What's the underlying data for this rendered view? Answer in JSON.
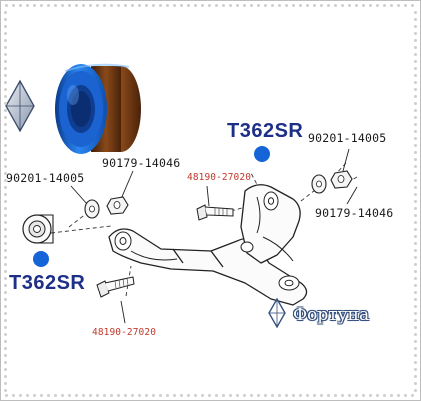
{
  "labels": {
    "bushing_top_code": "T362SR",
    "bushing_bottom_code": "T362SR",
    "top_left_part": "90201-14005",
    "top_mid_part": "90179-14046",
    "top_right_part": "90201-14005",
    "right_part": "90179-14046",
    "red_bolt_top": "48190-27020",
    "red_bolt_bottom": "48190-27020"
  },
  "watermark": {
    "text": "Фортуна"
  },
  "colors": {
    "callout_blue": "#1565d8",
    "code_text": "#1d2f86",
    "bolt_red": "#c0392b",
    "bushing_blue": "#1a6fe0",
    "bushing_brown": "#6b3410"
  },
  "icons": [
    "diamond-logo-icon",
    "diamond-watermark-icon"
  ]
}
